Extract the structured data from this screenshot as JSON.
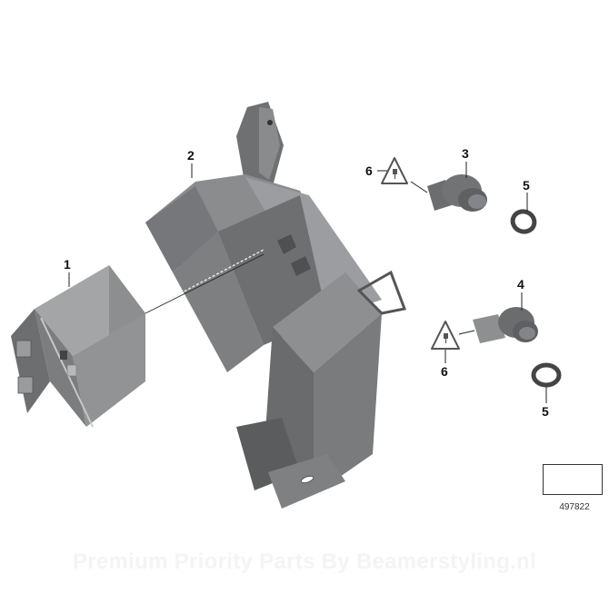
{
  "diagram": {
    "type": "exploded-parts-diagram",
    "reference_number": "497822",
    "watermark": "Premium Priority Parts By Beamerstyling.nl",
    "callouts": [
      {
        "id": "callout-1",
        "label": "1",
        "part": "control-unit"
      },
      {
        "id": "callout-2",
        "label": "2",
        "part": "holder-bracket"
      },
      {
        "id": "callout-3",
        "label": "3",
        "part": "ultrasonic-sensor-upper"
      },
      {
        "id": "callout-4",
        "label": "4",
        "part": "ultrasonic-sensor-lower"
      },
      {
        "id": "callout-5a",
        "label": "5",
        "part": "sensor-ring-upper"
      },
      {
        "id": "callout-5b",
        "label": "5",
        "part": "sensor-ring-lower"
      },
      {
        "id": "callout-6a",
        "label": "6",
        "part": "connector-warning-upper"
      },
      {
        "id": "callout-6b",
        "label": "6",
        "part": "connector-warning-lower"
      }
    ],
    "colors": {
      "part_fill": "#8a8b8d",
      "part_dark": "#5e5f61",
      "part_light": "#a9aaac",
      "line": "#222222"
    }
  }
}
